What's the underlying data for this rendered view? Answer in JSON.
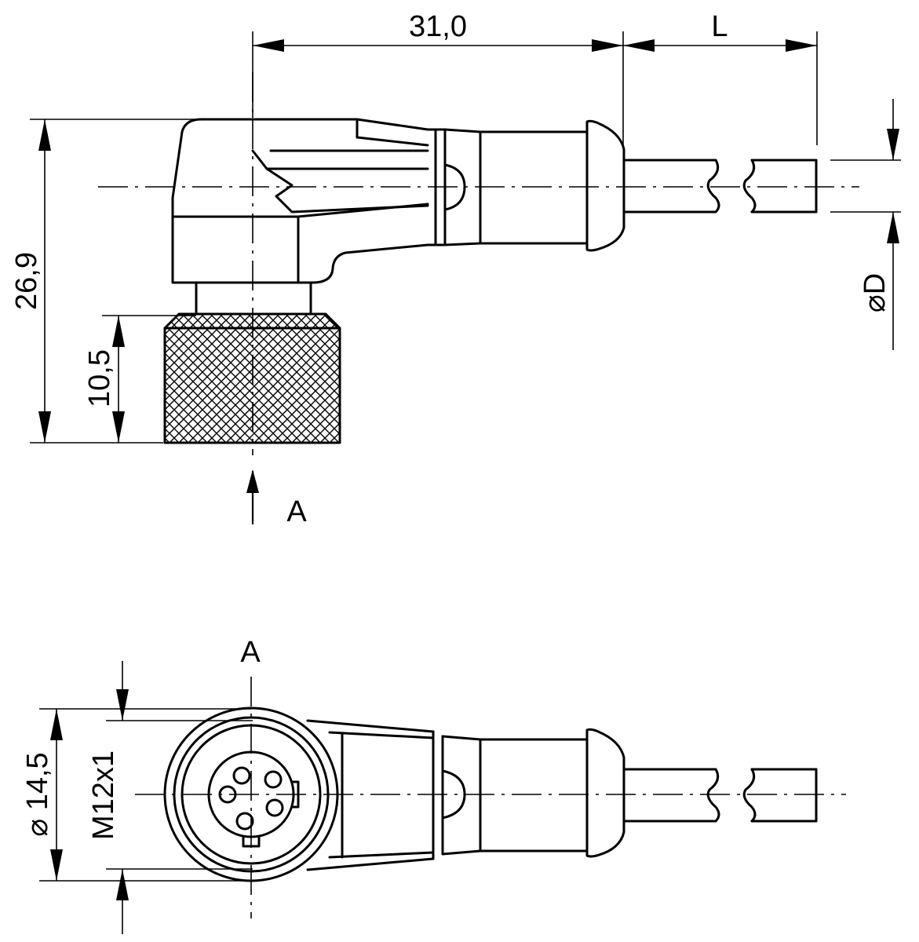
{
  "dimensions": {
    "length_31": "31,0",
    "cable_length": "L",
    "height_26_9": "26,9",
    "height_10_5": "10,5",
    "cable_diameter": "⌀D",
    "outer_diameter": "⌀ 14,5",
    "thread": "M12x1"
  },
  "views": {
    "view_arrow_label": "A",
    "view_title": "A"
  }
}
